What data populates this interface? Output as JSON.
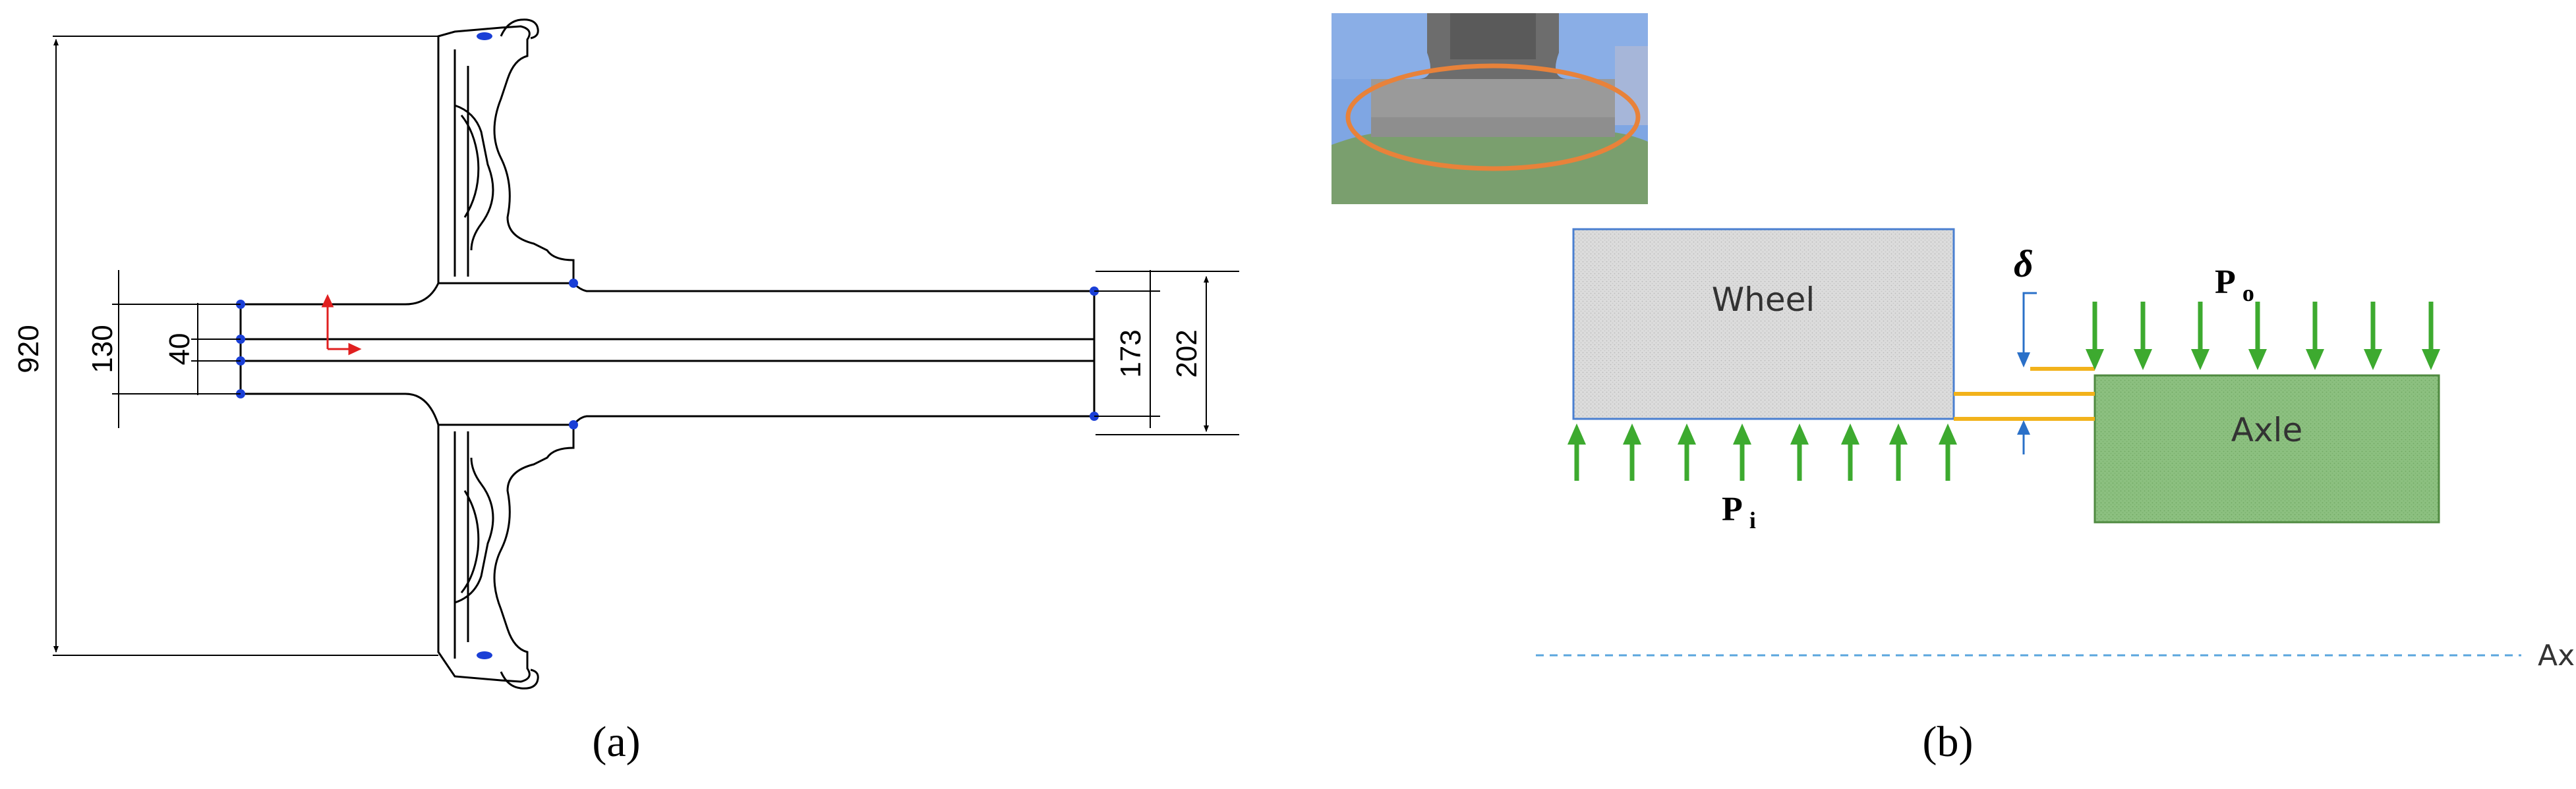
{
  "panel_a": {
    "label": "(a)",
    "dimensions": {
      "overall_diameter": "920",
      "hub_bore": "130",
      "inner_bore": "40",
      "axle_inner": "173",
      "axle_outer": "202"
    }
  },
  "panel_b": {
    "label": "(b)",
    "wheel_label": "Wheel",
    "axle_label": "Axle",
    "interference_symbol": "δ",
    "pressure_outer_base": "P",
    "pressure_outer_sub": "o",
    "pressure_inner_base": "P",
    "pressure_inner_sub": "i",
    "axis_label": "Axis"
  },
  "colors": {
    "arrow_green": "#3daa2f",
    "interface_orange": "#f2b21b",
    "highlight_orange": "#e8823a",
    "wheel_fill": "#dcdcdc",
    "wheel_border": "#4a7fd0",
    "axle_fill": "#8cc080",
    "axis_blue": "#5aa6dd",
    "blue_marker": "#1a3fd6",
    "red_marker": "#e02020"
  }
}
